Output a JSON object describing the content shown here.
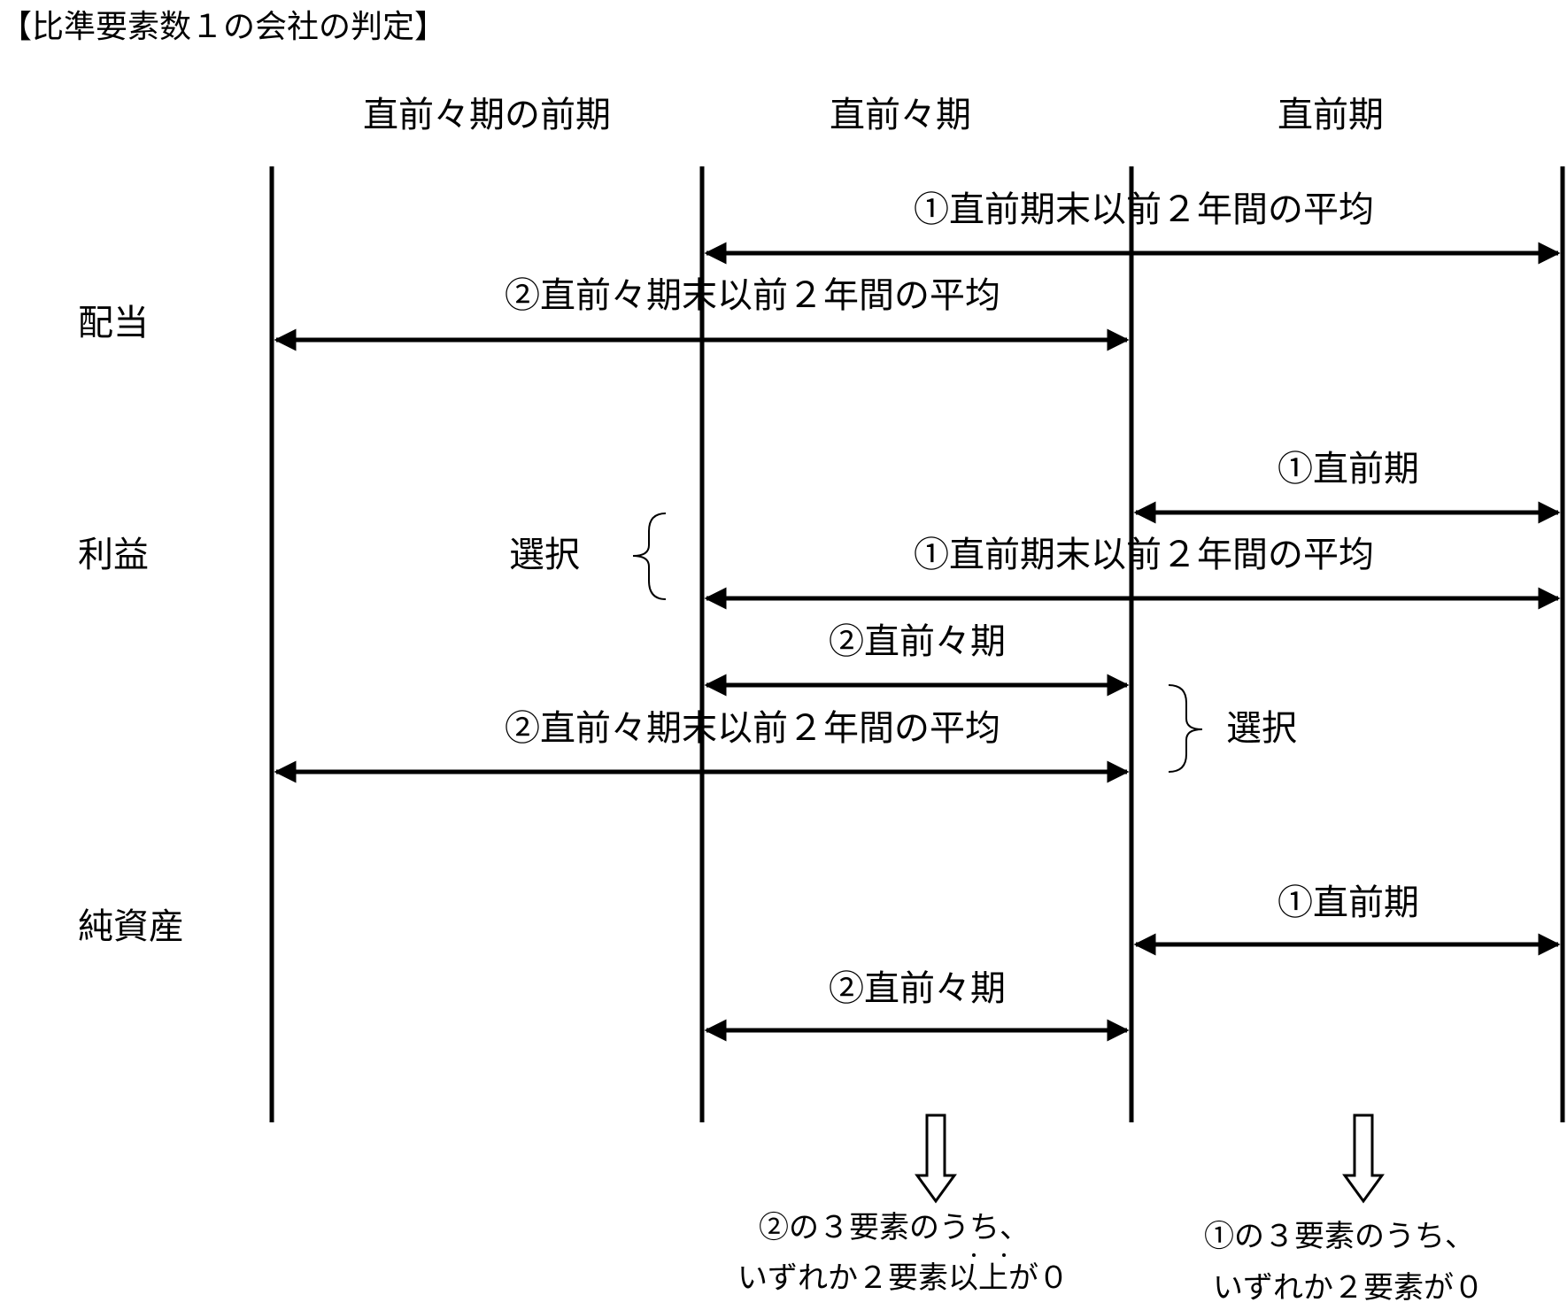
{
  "title": "【比準要素数１の会社の判定】",
  "columns": {
    "col1": "直前々期の前期",
    "col2": "直前々期",
    "col3": "直前期"
  },
  "rows": {
    "dividend": "配当",
    "profit": "利益",
    "net_assets": "純資産"
  },
  "labels": {
    "avg1": "①直前期末以前２年間の平均",
    "avg2": "②直前々期末以前２年間の平均",
    "prev1": "①直前期",
    "prev2": "②直前々期",
    "select": "選択"
  },
  "conclusions": {
    "left_line1": "②の３要素のうち、",
    "left_line2": "いずれか２要素以上が０",
    "right_line1": "①の３要素のうち、",
    "right_line2": "いずれか２要素が０"
  }
}
